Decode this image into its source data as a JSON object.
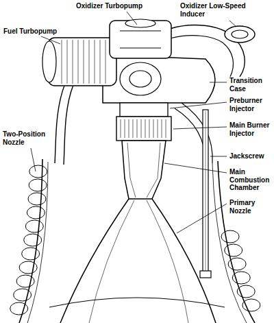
{
  "diagram": {
    "labels": [
      "Oxidizer Turbopump",
      "Oxidizer Low-Speed Inducer",
      "Fuel Turbopump",
      "Transition Case",
      "Preburner Injector",
      "Two-Position Nozzle",
      "Main Burner Injector",
      "Jackscrew",
      "Main Combustion Chamber",
      "Primary Nozzle"
    ]
  }
}
